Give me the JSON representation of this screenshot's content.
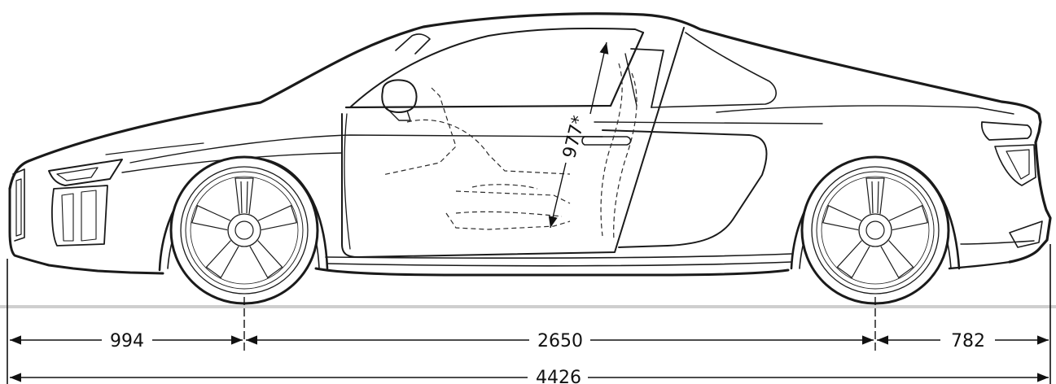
{
  "drawing": {
    "colors": {
      "line": "#1a1a1a",
      "ground": "#cfcfcf",
      "dash": "#2a2a2a"
    },
    "dimensions": {
      "front_overhang": "994",
      "wheelbase": "2650",
      "rear_overhang": "782",
      "overall_length": "4426",
      "seat_height": "977*"
    }
  }
}
